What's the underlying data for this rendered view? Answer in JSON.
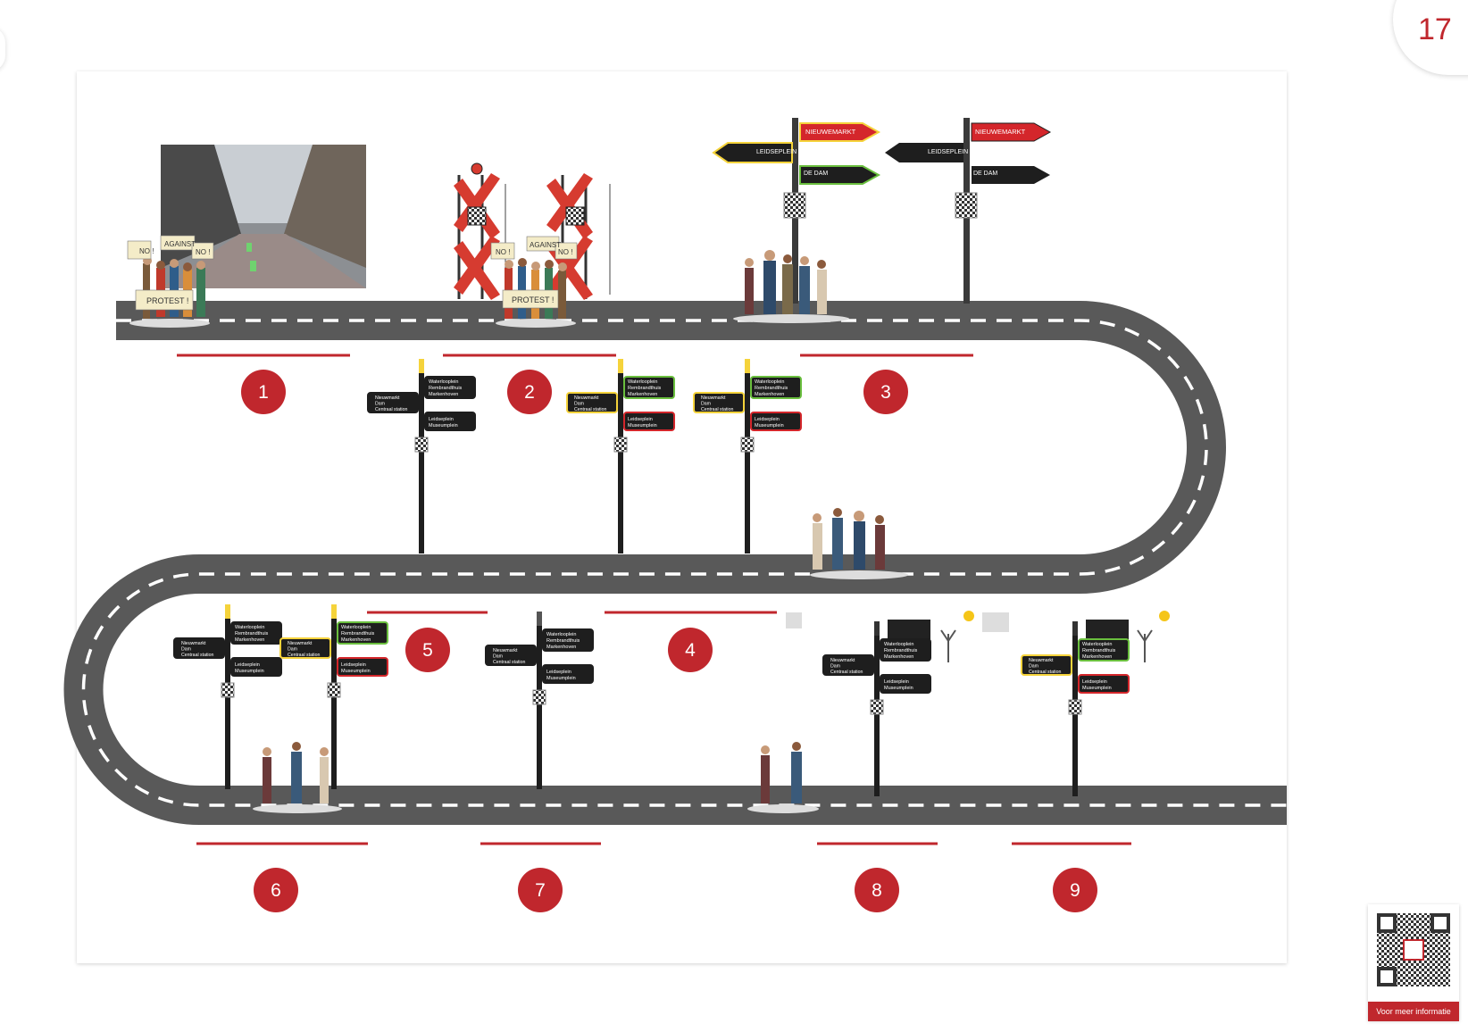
{
  "page": {
    "number": "17"
  },
  "colors": {
    "accent": "#c0272d",
    "road": "#595959",
    "sign": "#1e1e1e",
    "yellow": "#f5d33b",
    "green": "#6abf3e"
  },
  "steps": [
    {
      "label": "1"
    },
    {
      "label": "2"
    },
    {
      "label": "3"
    },
    {
      "label": "4"
    },
    {
      "label": "5"
    },
    {
      "label": "6"
    },
    {
      "label": "7"
    },
    {
      "label": "8"
    },
    {
      "label": "9"
    }
  ],
  "protest": {
    "signs": [
      "NO !",
      "AGAINST",
      "NO !",
      "PROTEST !"
    ]
  },
  "big_signpost": {
    "top": "NIEUWEMARKT",
    "left": "LEIDSEPLEIN",
    "right": "DE DAM"
  },
  "signpost": {
    "right_top": [
      "Waterlooplein",
      "Rembrandthuis",
      "Markenhoven"
    ],
    "left": [
      "Nieuwmarkt",
      "Dam",
      "Centraal station"
    ],
    "right_bottom": [
      "Leidseplein",
      "Museumplein"
    ]
  },
  "qr": {
    "label": "Voor meer informatie"
  }
}
